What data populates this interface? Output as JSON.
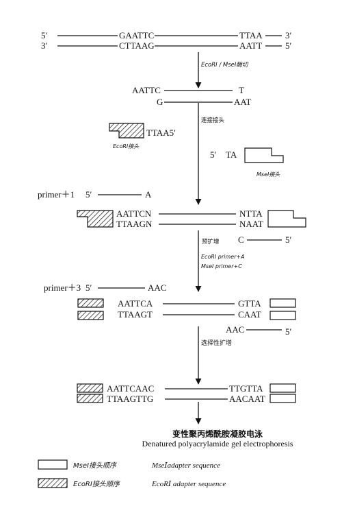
{
  "row1": {
    "p5": "5′",
    "p3": "3′",
    "left_top": "GAATTC",
    "right_top": "TTAA",
    "end_top": "3′",
    "left_bot": "CTTAAG",
    "right_bot": "AATT",
    "end_bot": "5′"
  },
  "step_digest": "EcoRⅠ / MseⅠ酶切",
  "row2": {
    "left_top": "AATTC",
    "right_top": "T",
    "left_bot": "G",
    "right_bot": "AAT"
  },
  "step_ligate": "连接接头",
  "ecori_adapter": {
    "seq": "TTAA5′",
    "caption": "EcoRⅠ接头"
  },
  "msei_adapter": {
    "p5": "5′",
    "seq": "TA",
    "caption": "MseⅠ接头"
  },
  "primer1": {
    "label": "primer＋1",
    "p5": "5′",
    "base": "A"
  },
  "row3": {
    "left_top": "AATTCN",
    "right_top": "NTTA",
    "left_bot": "TTAAGN",
    "right_bot": "NAAT",
    "primer_c": "C",
    "primer_c_end": "5′"
  },
  "step_preamp": "预扩增",
  "step_primers": [
    "EcoRⅠ primer+A",
    "MseⅠ primer+C"
  ],
  "primer3": {
    "label": "primer＋3",
    "p5": "5′",
    "bases": "AAC"
  },
  "row4": {
    "left_top": "AATTCA",
    "right_top": "GTTA",
    "left_bot": "TTAAGT",
    "right_bot": "CAAT",
    "primer_aac": "AAC",
    "primer_aac_end": "5′"
  },
  "step_selective": "选择性扩增",
  "row5": {
    "left_top": "AATTCAAC",
    "right_top": "TTGTTA",
    "left_bot": "TTAAGTTG",
    "right_bot": "AACAAT"
  },
  "final": {
    "zh": "变性聚丙烯酰胺凝胶电泳",
    "en": "Denatured polyacrylamide gel electrophoresis"
  },
  "legend": [
    {
      "name_zh": "MseⅠ接头顺序",
      "name_en": "MseⅠadapter sequence"
    },
    {
      "name_zh": "EcoRⅠ接头顺序",
      "name_en": "EcoRⅠ adapter sequence"
    }
  ]
}
